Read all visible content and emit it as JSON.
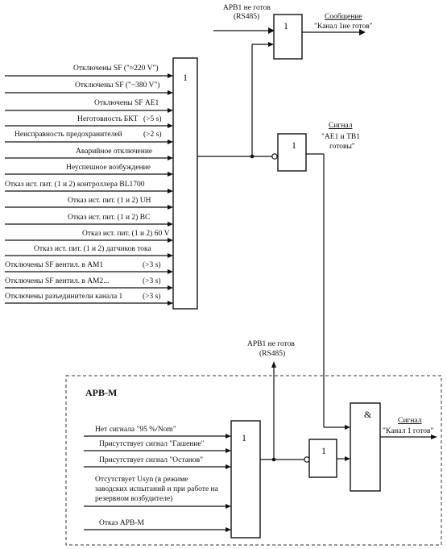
{
  "top": {
    "status_label": "АРВ1 не готов",
    "status_sub": "(RS485)",
    "message_title": "Сообщение",
    "message_text": "\"Канал 1не готов\""
  },
  "signal_ae": {
    "title": "Сигнал",
    "line1": "\"АЕ1 и ТВ1",
    "line2": "готовы\""
  },
  "inputs": [
    "Отключены SF (\"≈220 V\")",
    "Отключены SF (\"~380 V\")",
    "Отключены SF АЕ1",
    "Неготовность БКТ",
    "Неисправность предохранителей",
    "Аварийное отключение",
    "Неуспешное возбуждение",
    "Отказ ист. пит. (1 и 2) контроллера BL1700",
    "Отказ ист. пит. (1 и 2) UH",
    "Отказ ист. пит. (1 и 2) BC",
    "Отказ ист. пит. (1 и 2) 60 V",
    "Отказ ист. пит. (1 и 2) датчиков тока",
    "Отключены SF вентил. в АМ1",
    "Отключены SF вентил. в АМ2...",
    "Отключены разъединители канала 1"
  ],
  "delays": {
    "bkt": "(>5 s)",
    "fuse": "(>2 s)",
    "am1": "(>3 s)",
    "am2": "(>3 s)",
    "razed": "(>3 s)"
  },
  "gates": {
    "or_main": "1",
    "or_top": "1",
    "or_ae": "1",
    "or_arv": "1",
    "not_arv": "1",
    "and_final": "&"
  },
  "mid": {
    "status_label": "АРВ1 не готов",
    "status_sub": "(RS485)"
  },
  "arv": {
    "title": "АРВ-М",
    "inputs": [
      "Нет сигнала \"95 %/Nom\"",
      "Присутствует сигнал \"Гашение\"",
      "Присутствует сигнал \"Останов\"",
      "Отсутствует Usyn (в режиме",
      "заводских испытаний и при работе на",
      "резервном возбудителе)",
      "Отказ АРВ-М"
    ]
  },
  "signal_final": {
    "title": "Сигнал",
    "text": "\"Канал 1 готов\""
  }
}
